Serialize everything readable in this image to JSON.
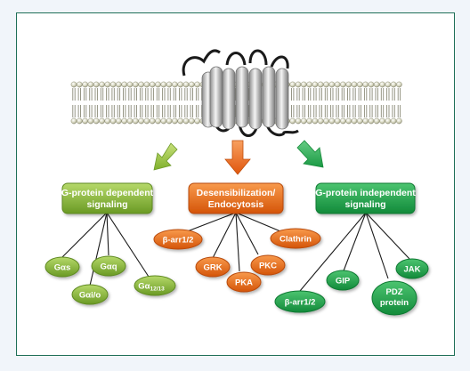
{
  "colors": {
    "frame_border": "#1f6f58",
    "green_light": "#8cbc3c",
    "orange": "#ee6a18",
    "green_dark": "#22a24c"
  },
  "diagram": {
    "receptor": {
      "icon": "gpcr-seven-transmembrane-receptor"
    },
    "membrane": {
      "icon": "lipid-bilayer"
    },
    "boxes": {
      "left": {
        "line1": "G-protein dependent",
        "line2": "signaling"
      },
      "center": {
        "line1": "Desensibilization/",
        "line2": "Endocytosis"
      },
      "right": {
        "line1": "G-protein independent",
        "line2": "signaling"
      }
    },
    "left_ovals": {
      "gas": "Gαs",
      "gaq": "Gαq",
      "gaio": "Gαi/o",
      "ga1213": {
        "main": "Gα",
        "sub": "12/13"
      }
    },
    "center_ovals": {
      "barr": "β-arr1/2",
      "clathrin": "Clathrin",
      "grk": "GRK",
      "pkc": "PKC",
      "pka": "PKA"
    },
    "right_ovals": {
      "jak": "JAK",
      "gip": "GIP",
      "barr": "β-arr1/2",
      "pdz_line1": "PDZ",
      "pdz_line2": "protein"
    }
  }
}
